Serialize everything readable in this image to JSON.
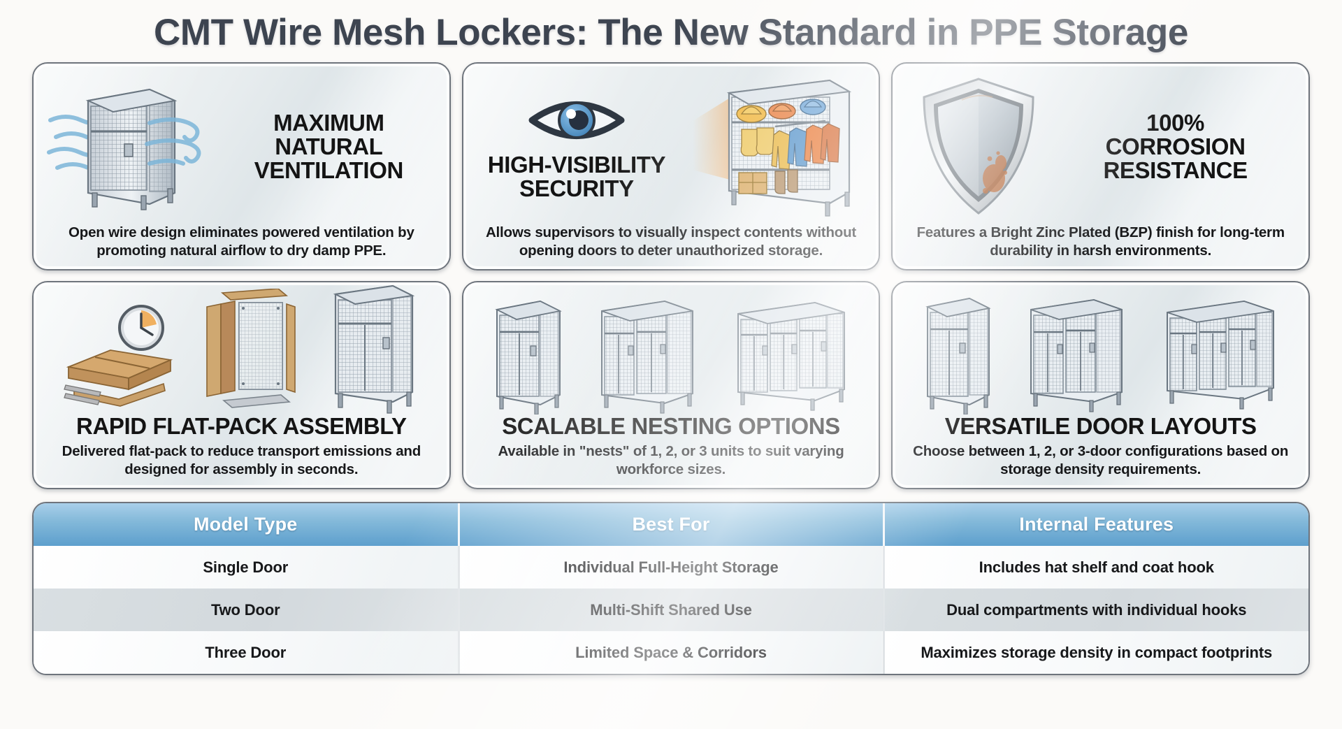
{
  "title": "CMT Wire Mesh Lockers: The New Standard in PPE Storage",
  "colors": {
    "title": "#3d4450",
    "header_blue_top": "#a9cfea",
    "header_blue_bottom": "#5d9fcd",
    "card_border": "#6e747c",
    "page_bg": "#fbfaf8",
    "airflow_blue": "#7db6d9",
    "eye_iris": "#5b9bd5",
    "rust": "#b5561c"
  },
  "cards": [
    {
      "id": "maximum-natural-ventilation",
      "heading": "MAXIMUM\nNATURAL\nVENTILATION",
      "heading_lines": [
        "MAXIMUM",
        "NATURAL",
        "VENTILATION"
      ],
      "description": "Open wire design eliminates powered ventilation by promoting natural airflow to dry damp PPE.",
      "icon": "wire-mesh-locker-with-airflow-icon"
    },
    {
      "id": "high-visibility-security",
      "heading": "HIGH-VISIBILITY\nSECURITY",
      "heading_lines": [
        "HIGH-VISIBILITY",
        "SECURITY"
      ],
      "description": "Allows supervisors to visually inspect contents without opening doors to deter unauthorized storage.",
      "icon": "eye-and-stocked-locker-icon"
    },
    {
      "id": "corrosion-resistance",
      "heading": "100%\nCORROSION\nRESISTANCE",
      "heading_lines": [
        "100%",
        "CORROSION",
        "RESISTANCE"
      ],
      "description": "Features a Bright Zinc Plated (BZP) finish for long-term durability in harsh environments.",
      "icon": "shield-with-rust-icon"
    },
    {
      "id": "rapid-flat-pack-assembly",
      "heading": "RAPID FLAT-PACK ASSEMBLY",
      "heading_lines": [
        "RAPID FLAT-PACK ASSEMBLY"
      ],
      "description": "Delivered flat-pack to reduce transport emissions and designed for assembly in seconds.",
      "icon": "clock-flatpack-panels-locker-icon"
    },
    {
      "id": "scalable-nesting-options",
      "heading": "SCALABLE NESTING OPTIONS",
      "heading_lines": [
        "SCALABLE NESTING OPTIONS"
      ],
      "description": "Available in \"nests\" of 1, 2, or 3 units to suit varying workforce sizes.",
      "icon": "one-two-three-unit-nests-icon"
    },
    {
      "id": "versatile-door-layouts",
      "heading": "VERSATILE DOOR LAYOUTS",
      "heading_lines": [
        "VERSATILE DOOR LAYOUTS"
      ],
      "description": "Choose between 1, 2, or 3-door configurations based on storage density requirements.",
      "icon": "one-two-three-door-lockers-icon"
    }
  ],
  "table": {
    "headers": [
      "Model Type",
      "Best For",
      "Internal Features"
    ],
    "rows": [
      [
        "Single Door",
        "Individual Full-Height Storage",
        "Includes hat shelf and coat hook"
      ],
      [
        "Two Door",
        "Multi-Shift Shared Use",
        "Dual compartments with individual hooks"
      ],
      [
        "Three Door",
        "Limited Space & Corridors",
        "Maximizes storage density in compact footprints"
      ]
    ]
  }
}
